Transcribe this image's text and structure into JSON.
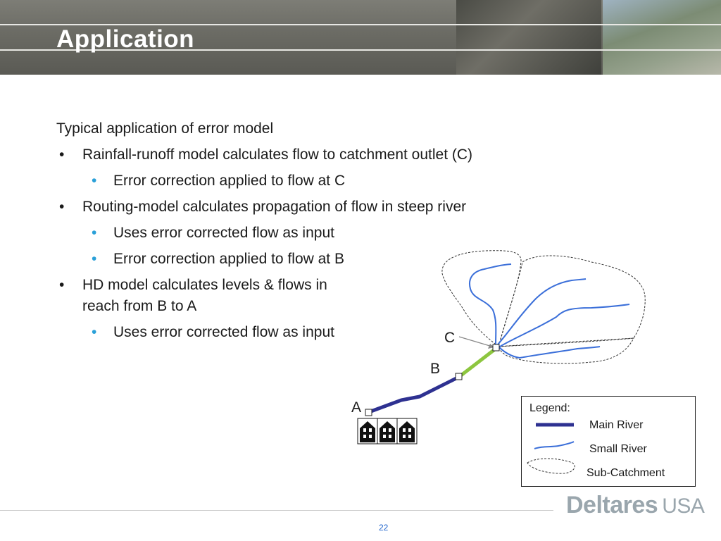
{
  "slide": {
    "title": "Application",
    "page_number": "22"
  },
  "content": {
    "intro": "Typical application of error model",
    "items": [
      {
        "level": 1,
        "text": "Rainfall-runoff model calculates flow to catchment outlet (C)"
      },
      {
        "level": 2,
        "text": "Error correction applied to flow at C"
      },
      {
        "level": 1,
        "text": "Routing-model calculates propagation of flow in steep river"
      },
      {
        "level": 2,
        "text": "Uses error corrected flow as input"
      },
      {
        "level": 2,
        "text": "Error correction applied to flow at B"
      },
      {
        "level": 1,
        "text": "HD model calculates levels & flows in",
        "text2": "reach from B to A"
      },
      {
        "level": 2,
        "text": "Uses error corrected flow as input"
      }
    ]
  },
  "diagram": {
    "point_labels": {
      "a": "A",
      "b": "B",
      "c": "C"
    },
    "colors": {
      "main_river": "#2e3191",
      "small_river": "#3b6fd9",
      "routing_reach": "#8dc63f",
      "catchment_outline": "#333333"
    }
  },
  "legend": {
    "title": "Legend:",
    "main_river": "Main River",
    "small_river": "Small River",
    "sub_catchment": "Sub-Catchment"
  },
  "footer": {
    "logo": "Deltares",
    "logo_suffix": "USA"
  }
}
